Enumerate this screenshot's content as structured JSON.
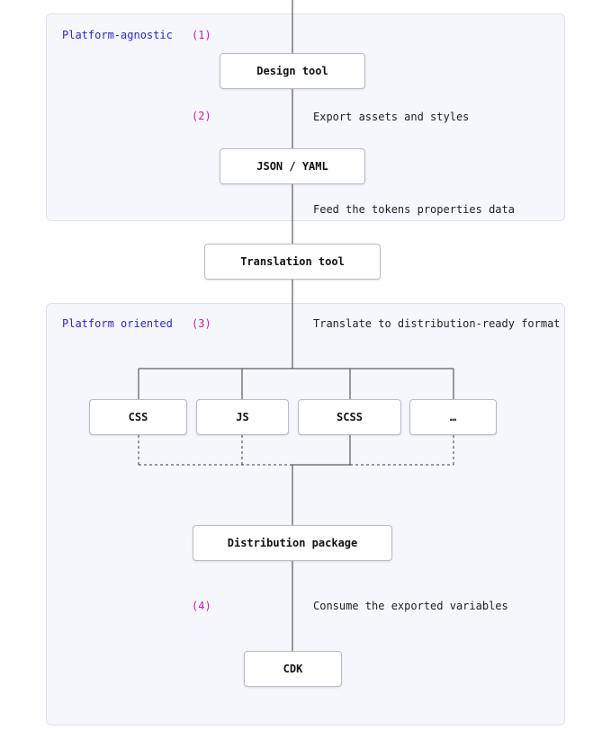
{
  "regions": {
    "platform_agnostic": {
      "title": "Platform-agnostic"
    },
    "platform_oriented": {
      "title": "Platform oriented"
    }
  },
  "steps": {
    "s1": "(1)",
    "s2": "(2)",
    "s3": "(3)",
    "s4": "(4)"
  },
  "notes": {
    "export": "Export assets and styles",
    "feed": "Feed the tokens properties data",
    "translate": "Translate to distribution-ready format",
    "consume": "Consume the exported variables"
  },
  "nodes": {
    "design_tool": "Design tool",
    "json_yaml": "JSON / YAML",
    "translation_tool": "Translation tool",
    "css": "CSS",
    "js": "JS",
    "scss": "SCSS",
    "more": "…",
    "distribution_package": "Distribution package",
    "cdk": "CDK"
  },
  "colors": {
    "region_bg": "#f6f7fc",
    "region_title": "#2a26c9",
    "step_label": "#c31ac6",
    "line": "#3a3a3a"
  }
}
